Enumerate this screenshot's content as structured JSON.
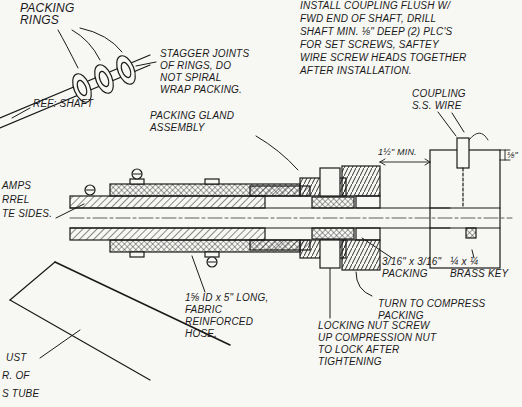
{
  "diagram": {
    "labels": [
      "PACKING RINGS",
      "STAGGER JOINTS OF RINGS, DO NOT SPIRAL WRAP PACKING.",
      "REF: SHAFT",
      "PACKING GLAND ASSEMBLY",
      "INSTALL COUPLING FLUSH W/",
      "FWD END OF SHAFT, DRILL",
      "SHAFT MIN. ⅛\" DEEP (2) PLC'S",
      "FOR SET SCREWS, SAFTEY",
      "WIRE SCREW HEADS TOGETHER",
      "AFTER INSTALLATION.",
      "COUPLING",
      "S.S. WIRE",
      "1½\" MIN.",
      "⅛\"",
      "3/16\" x 3/16\" PACKING",
      "TURN TO COMPRESS PACKING",
      "¼ x ¼ BRASS KEY",
      "1⅝ ID x 5\" LONG, FABRIC REINFORCED HOSE.",
      "LOCKING NUT SCREW UP COMPRESSION NUT TO LOCK AFTER TIGHTENING",
      "AMPS",
      "RREL",
      "TE SIDES.",
      "UST",
      "R. OF",
      "S TUBE"
    ]
  }
}
